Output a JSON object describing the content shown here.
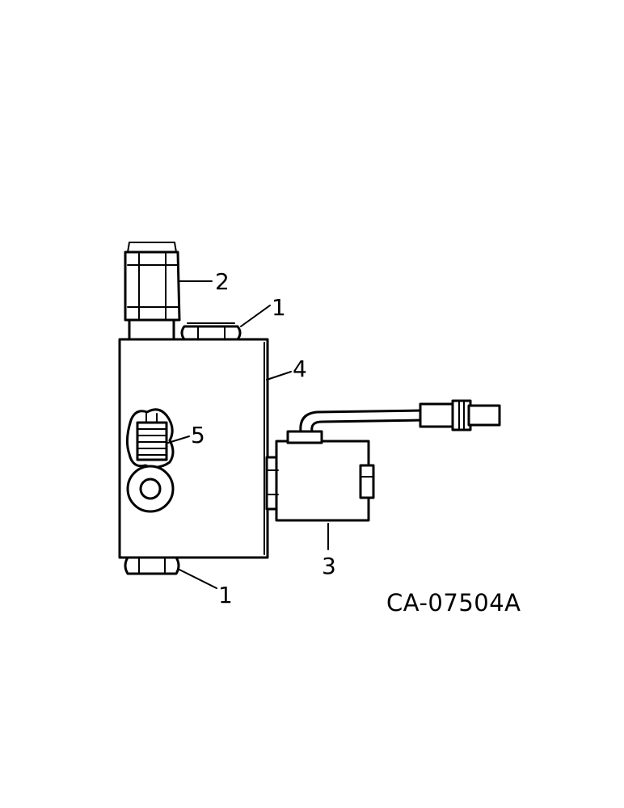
{
  "callouts": {
    "fitting_top": "1",
    "relief_valve": "2",
    "body": "4",
    "adjuster": "5",
    "solenoid": "3",
    "fitting_bottom": "1"
  },
  "drawing_id": "CA-07504A",
  "colors": {
    "ink": "#000000",
    "paper": "#ffffff"
  }
}
